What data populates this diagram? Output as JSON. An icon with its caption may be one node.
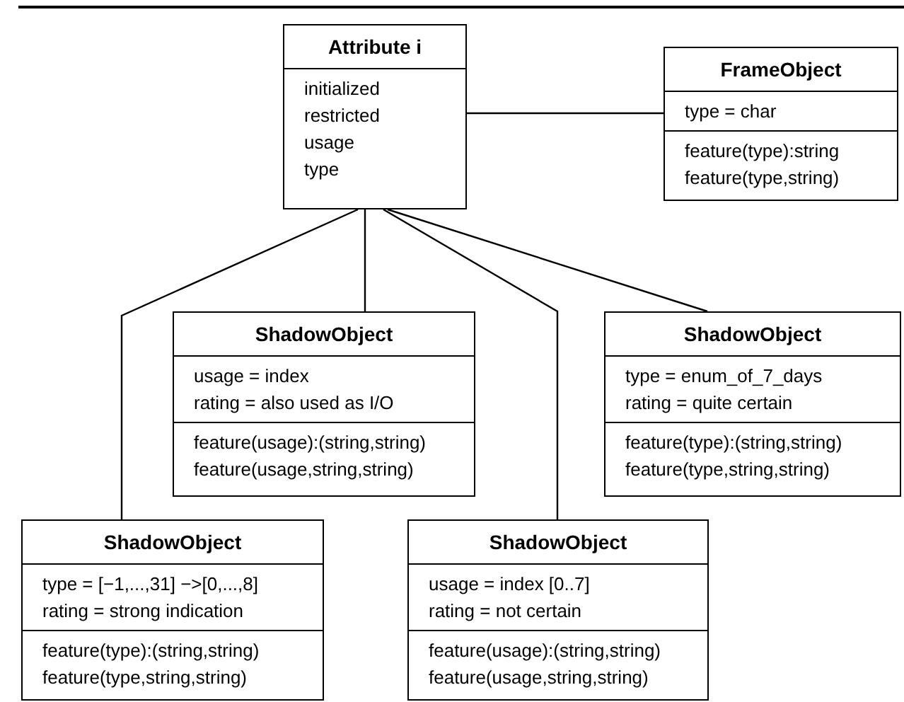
{
  "diagram": {
    "nodes": [
      {
        "text": [
          "Attribute i",
          "initialized",
          "restricted",
          "usage",
          "type"
        ]
      },
      {
        "text": [
          "FrameObject",
          "type = char",
          "feature(type):string",
          "feature(type,string)"
        ]
      },
      {
        "text": [
          "ShadowObject",
          "usage = index",
          "rating = also used as I/O",
          "feature(usage):(string,string)",
          "feature(usage,string,string)"
        ]
      },
      {
        "text": [
          "ShadowObject",
          "type = enum_of_7_days",
          "rating = quite certain",
          "feature(type):(string,string)",
          "feature(type,string,string)"
        ]
      },
      {
        "text": [
          "ShadowObject",
          "type = [−1,...,31] −>[0,...,8]",
          "rating = strong indication",
          "feature(type):(string,string)",
          "feature(type,string,string)"
        ]
      },
      {
        "text": [
          "ShadowObject",
          "usage = index [0..7]",
          "rating = not certain",
          "feature(usage):(string,string)",
          "feature(usage,string,string)"
        ]
      }
    ],
    "edges": [
      {
        "from": 0,
        "to": 1,
        "arrow": "none"
      },
      {
        "from": 0,
        "to": 4,
        "arrow": "none"
      },
      {
        "from": 0,
        "to": 2,
        "arrow": "none"
      },
      {
        "from": 0,
        "to": 5,
        "arrow": "none"
      },
      {
        "from": 0,
        "to": 3,
        "arrow": "none"
      }
    ]
  }
}
